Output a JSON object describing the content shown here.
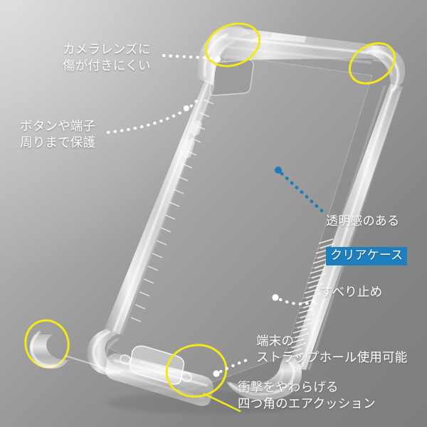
{
  "image": {
    "subject": "clear-smartphone-case-product-feature-photo",
    "background": {
      "top_left_color": "#c8c8c8",
      "bottom_right_color": "#7e7e7e"
    },
    "accent_colors": {
      "highlight_ellipse": "#f2ea16",
      "callout_blue": "#1d7fbd",
      "callout_dot_blue": "#1b7cb9",
      "label_text": "#ffffff"
    }
  },
  "callouts": [
    {
      "id": "camera-lens",
      "text": "カメラレンズに\n傷が付きにくい",
      "leader": "white-dotted",
      "position": "top-left"
    },
    {
      "id": "buttons-ports",
      "text": "ボタンや端子\n周りまで保護",
      "leader": "white-dotted",
      "position": "mid-left"
    },
    {
      "id": "clear-case",
      "text": "透明感のある",
      "highlight_text": "クリアケース",
      "leader": "blue-dotted",
      "position": "mid-right"
    },
    {
      "id": "anti-slip",
      "text": "すべり止め",
      "leader": "white-dotted",
      "position": "lower-right"
    },
    {
      "id": "strap-hole",
      "text": "端末の\nストラップホール使用可能",
      "leader": "white-dotted",
      "position": "bottom-right"
    },
    {
      "id": "air-cushion",
      "text": "衝撃をやわらげる\n四つ角のエアクッション",
      "leader": "yellow-line",
      "position": "bottom-center"
    }
  ],
  "highlight_ellipses": [
    {
      "id": "corner-top-left",
      "label": "air-cushion-corner"
    },
    {
      "id": "corner-top-right",
      "label": "air-cushion-corner"
    },
    {
      "id": "corner-bottom-left",
      "label": "air-cushion-corner"
    },
    {
      "id": "corner-bottom-right",
      "label": "air-cushion-corner"
    }
  ]
}
